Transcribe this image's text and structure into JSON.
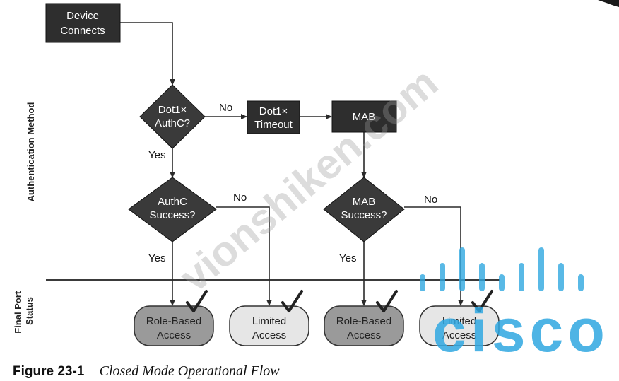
{
  "nodes": {
    "device_connects": "Device\nConnects",
    "dot1x_authc": "Dot1×\nAuthC?",
    "dot1x_timeout": "Dot1×\nTimeout",
    "mab": "MAB",
    "authc_success": "AuthC\nSuccess?",
    "mab_success": "MAB\nSuccess?",
    "role_based_1": "Role-Based\nAccess",
    "limited_1": "Limited\nAccess",
    "role_based_2": "Role-Based\nAccess",
    "limited_2": "Limited\nAccess"
  },
  "edge_labels": {
    "dot1x_no": "No",
    "dot1x_yes": "Yes",
    "authc_no": "No",
    "authc_yes": "Yes",
    "mab_no": "No",
    "mab_yes": "Yes"
  },
  "side_labels": {
    "authentication_method": "Authentication Method",
    "final_port_status": "Final Port\nStatus"
  },
  "watermark": "vionshiken.com",
  "logo": {
    "text": "cisco",
    "color": "#2fa7e0"
  },
  "caption": {
    "figure_number": "Figure 23-1",
    "title": "Closed Mode Operational Flow"
  },
  "colors": {
    "process_box": "#2e2e2e",
    "decision": "#3a3a3a",
    "role_based_fill": "#9a9a9a",
    "limited_fill": "#e6e6e6"
  }
}
